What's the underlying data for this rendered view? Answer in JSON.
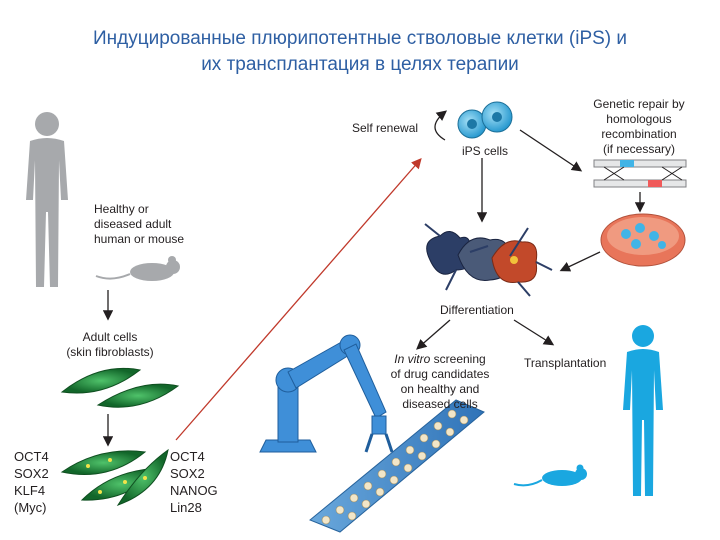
{
  "title_line1": "Индуцированные плюрипотентные стволовые клетки (iPS) и",
  "title_line2": "их трансплантация в целях терапии",
  "labels": {
    "healthy_line1": "Healthy or",
    "healthy_line2": "diseased adult",
    "healthy_line3": "human or mouse",
    "adult_cells_line1": "Adult cells",
    "adult_cells_line2": "(skin fibroblasts)",
    "self_renewal": "Self renewal",
    "ips_cells": "iPS cells",
    "genetic_line1": "Genetic repair by",
    "genetic_line2": "homologous",
    "genetic_line3": "recombination",
    "genetic_line4": "(if necessary)",
    "differentiation": "Differentiation",
    "invitro_line1_em": "In vitro",
    "invitro_line1_rest": " screening",
    "invitro_line2": "of drug candidates",
    "invitro_line3": "on healthy and",
    "invitro_line4": "diseased cells",
    "transplantation": "Transplantation"
  },
  "factors_left": [
    "OCT4",
    "SOX2",
    "KLF4",
    "(Myc)"
  ],
  "factors_right": [
    "OCT4",
    "SOX2",
    "NANOG",
    "Lin28"
  ],
  "colors": {
    "title": "#2e5fa3",
    "human_grey": "#a7a9ac",
    "human_blue": "#1aa7e0",
    "cell_green": "#1f8a3a",
    "robot_blue": "#3f8fd8",
    "arrow_red": "#c0392b",
    "ips_blue": "#41b4e6"
  }
}
